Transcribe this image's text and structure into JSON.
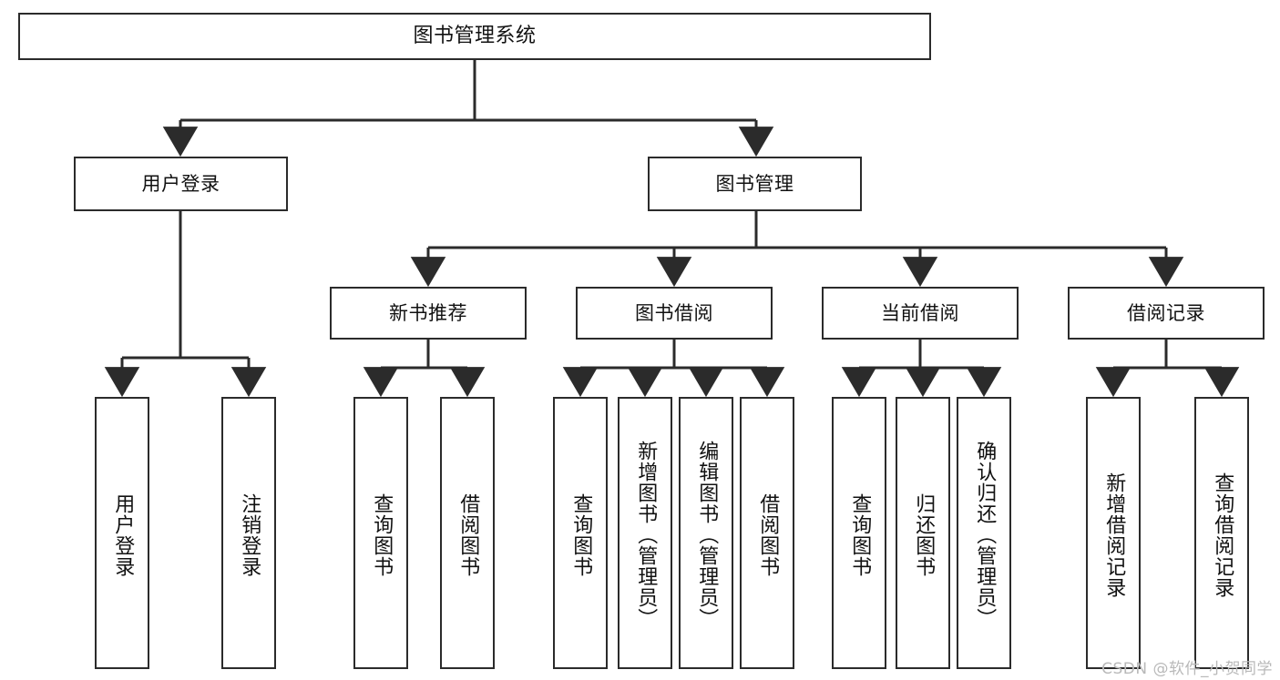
{
  "diagram": {
    "title": "图书管理系统",
    "type": "tree",
    "watermark": "CSDN @软件_小贺同学",
    "colors": {
      "box_border": "#2b2b2b",
      "box_fill": "#ffffff",
      "edge": "#2b2b2b",
      "text": "#111111",
      "watermark": "#b9b9b9"
    },
    "levels": [
      {
        "level": 0,
        "nodes": [
          {
            "id": "root",
            "label": "图书管理系统",
            "orientation": "horizontal"
          }
        ]
      },
      {
        "level": 1,
        "nodes": [
          {
            "id": "user-login",
            "label": "用户登录",
            "orientation": "horizontal",
            "parent": "root"
          },
          {
            "id": "book-manage",
            "label": "图书管理",
            "orientation": "horizontal",
            "parent": "root"
          }
        ]
      },
      {
        "level": 2,
        "nodes": [
          {
            "id": "new-book-rec",
            "label": "新书推荐",
            "orientation": "horizontal",
            "parent": "book-manage"
          },
          {
            "id": "book-borrow",
            "label": "图书借阅",
            "orientation": "horizontal",
            "parent": "book-manage"
          },
          {
            "id": "current-borrow",
            "label": "当前借阅",
            "orientation": "horizontal",
            "parent": "book-manage"
          },
          {
            "id": "borrow-record",
            "label": "借阅记录",
            "orientation": "horizontal",
            "parent": "book-manage"
          }
        ]
      },
      {
        "level": 3,
        "nodes": [
          {
            "id": "leaf-user-login",
            "label": "用户登录",
            "orientation": "vertical",
            "parent": "user-login"
          },
          {
            "id": "leaf-user-logout",
            "label": "注销登录",
            "orientation": "vertical",
            "parent": "user-login"
          },
          {
            "id": "leaf-rec-query",
            "label": "查询图书",
            "orientation": "vertical",
            "parent": "new-book-rec"
          },
          {
            "id": "leaf-rec-borrow",
            "label": "借阅图书",
            "orientation": "vertical",
            "parent": "new-book-rec"
          },
          {
            "id": "leaf-borrow-query",
            "label": "查询图书",
            "orientation": "vertical",
            "parent": "book-borrow"
          },
          {
            "id": "leaf-borrow-add",
            "label": "新增图书（管理员）",
            "orientation": "vertical",
            "parent": "book-borrow"
          },
          {
            "id": "leaf-borrow-edit",
            "label": "编辑图书（管理员）",
            "orientation": "vertical",
            "parent": "book-borrow"
          },
          {
            "id": "leaf-borrow-lend",
            "label": "借阅图书",
            "orientation": "vertical",
            "parent": "book-borrow"
          },
          {
            "id": "leaf-cur-query",
            "label": "查询图书",
            "orientation": "vertical",
            "parent": "current-borrow"
          },
          {
            "id": "leaf-cur-return",
            "label": "归还图书",
            "orientation": "vertical",
            "parent": "current-borrow"
          },
          {
            "id": "leaf-cur-confirm",
            "label": "确认归还（管理员）",
            "orientation": "vertical",
            "parent": "current-borrow"
          },
          {
            "id": "leaf-rec-add",
            "label": "新增借阅记录",
            "orientation": "vertical",
            "parent": "borrow-record"
          },
          {
            "id": "leaf-rec-query2",
            "label": "查询借阅记录",
            "orientation": "vertical",
            "parent": "borrow-record"
          }
        ]
      }
    ]
  }
}
